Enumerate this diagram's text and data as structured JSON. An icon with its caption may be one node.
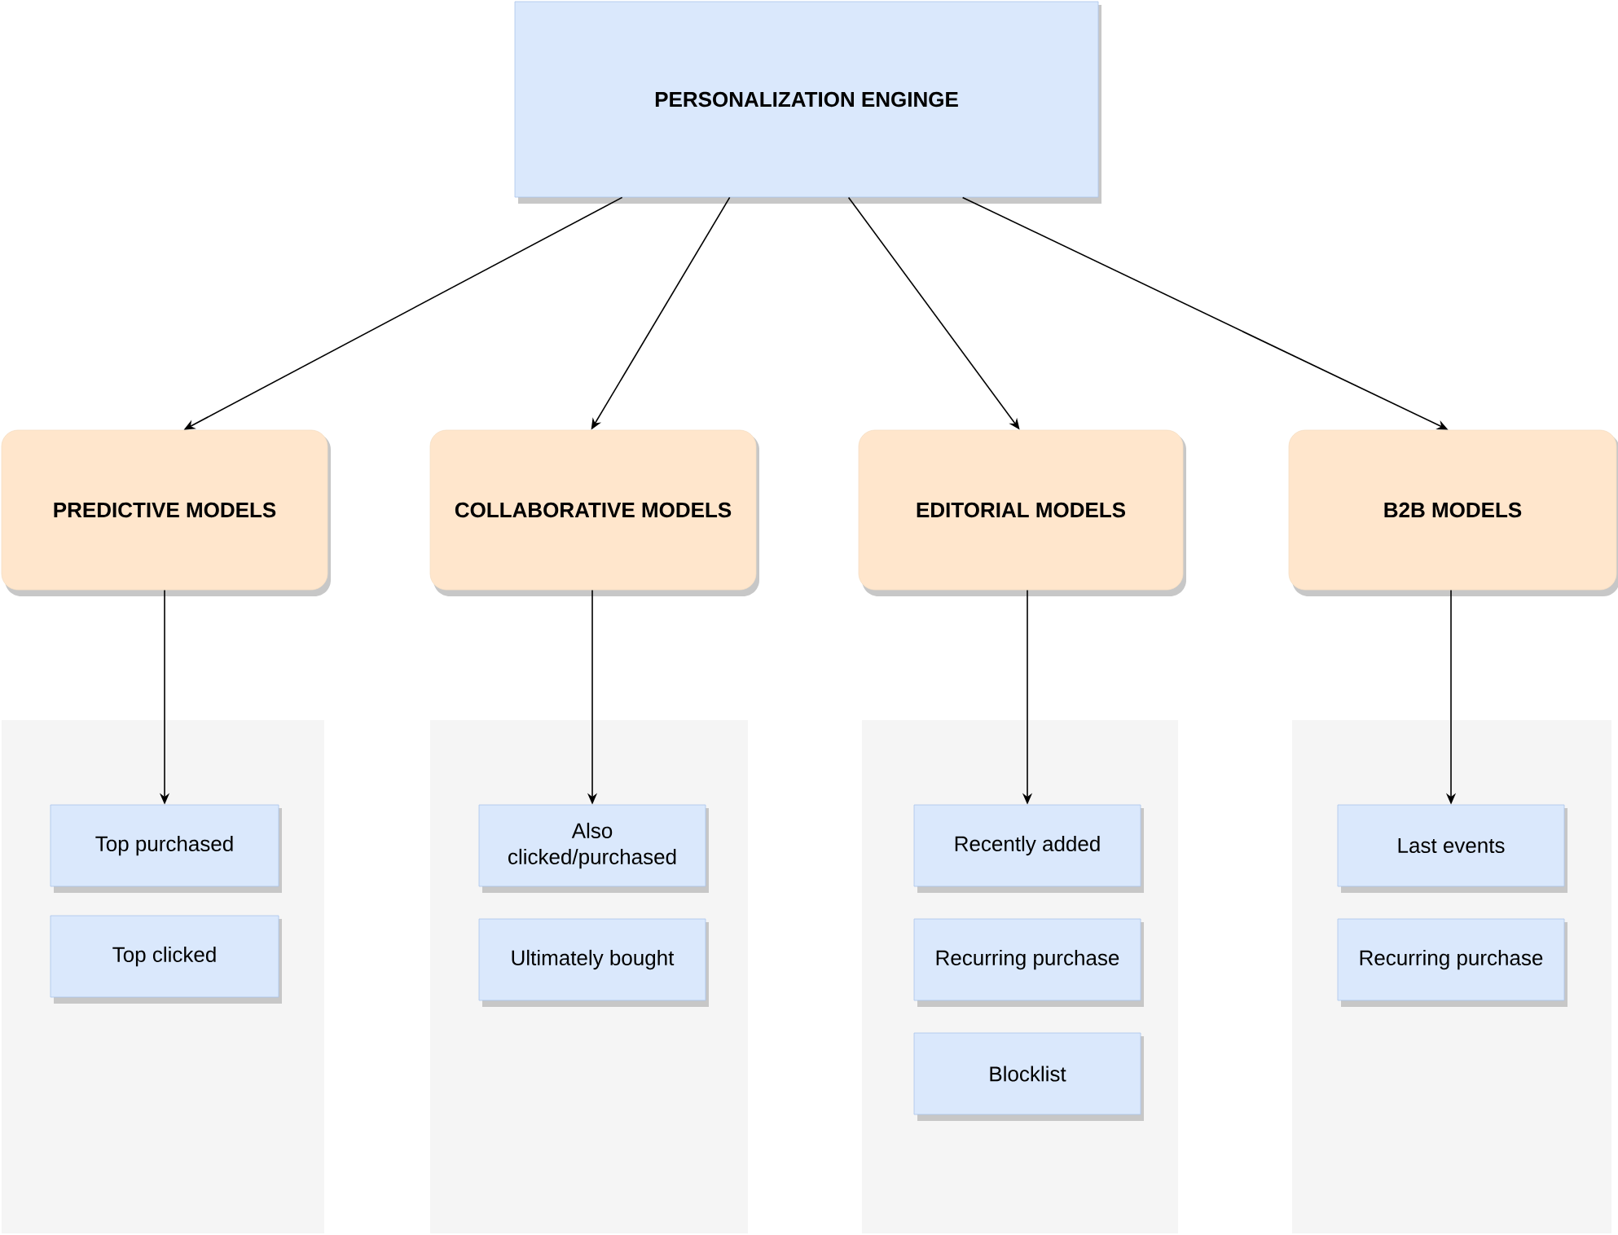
{
  "diagram": {
    "nodes": [
      {
        "text": [
          "PERSONALIZATION ENGINGE"
        ]
      },
      {
        "text": [
          "PREDICTIVE MODELS"
        ]
      },
      {
        "text": [
          "COLLABORATIVE MODELS"
        ]
      },
      {
        "text": [
          "EDITORIAL MODELS"
        ]
      },
      {
        "text": [
          "B2B MODELS"
        ]
      },
      {
        "text": [],
        "shape": "box"
      },
      {
        "text": [
          "Top purchased"
        ],
        "in": 5
      },
      {
        "text": [
          "Top clicked"
        ],
        "in": 5
      },
      {
        "text": [],
        "shape": "box"
      },
      {
        "text": [
          "Also clicked/purchased"
        ],
        "in": 8
      },
      {
        "text": [
          "Ultimately bought"
        ],
        "in": 8
      },
      {
        "text": [],
        "shape": "box"
      },
      {
        "text": [
          "Recently added"
        ],
        "in": 11
      },
      {
        "text": [
          "Recurring purchase"
        ],
        "in": 11
      },
      {
        "text": [
          "Blocklist"
        ],
        "in": 11
      },
      {
        "text": [],
        "shape": "box"
      },
      {
        "text": [
          "Last events"
        ],
        "in": 15
      },
      {
        "text": [
          "Recurring purchase"
        ],
        "in": 15
      }
    ],
    "edges": [
      {
        "from": 0,
        "to": 1,
        "arrow": "to"
      },
      {
        "from": 0,
        "to": 2,
        "arrow": "to"
      },
      {
        "from": 0,
        "to": 3,
        "arrow": "to"
      },
      {
        "from": 0,
        "to": 4,
        "arrow": "to"
      },
      {
        "from": 1,
        "to": 6,
        "arrow": "to"
      },
      {
        "from": 2,
        "to": 9,
        "arrow": "to"
      },
      {
        "from": 3,
        "to": 12,
        "arrow": "to"
      },
      {
        "from": 4,
        "to": 16,
        "arrow": "to"
      }
    ]
  }
}
